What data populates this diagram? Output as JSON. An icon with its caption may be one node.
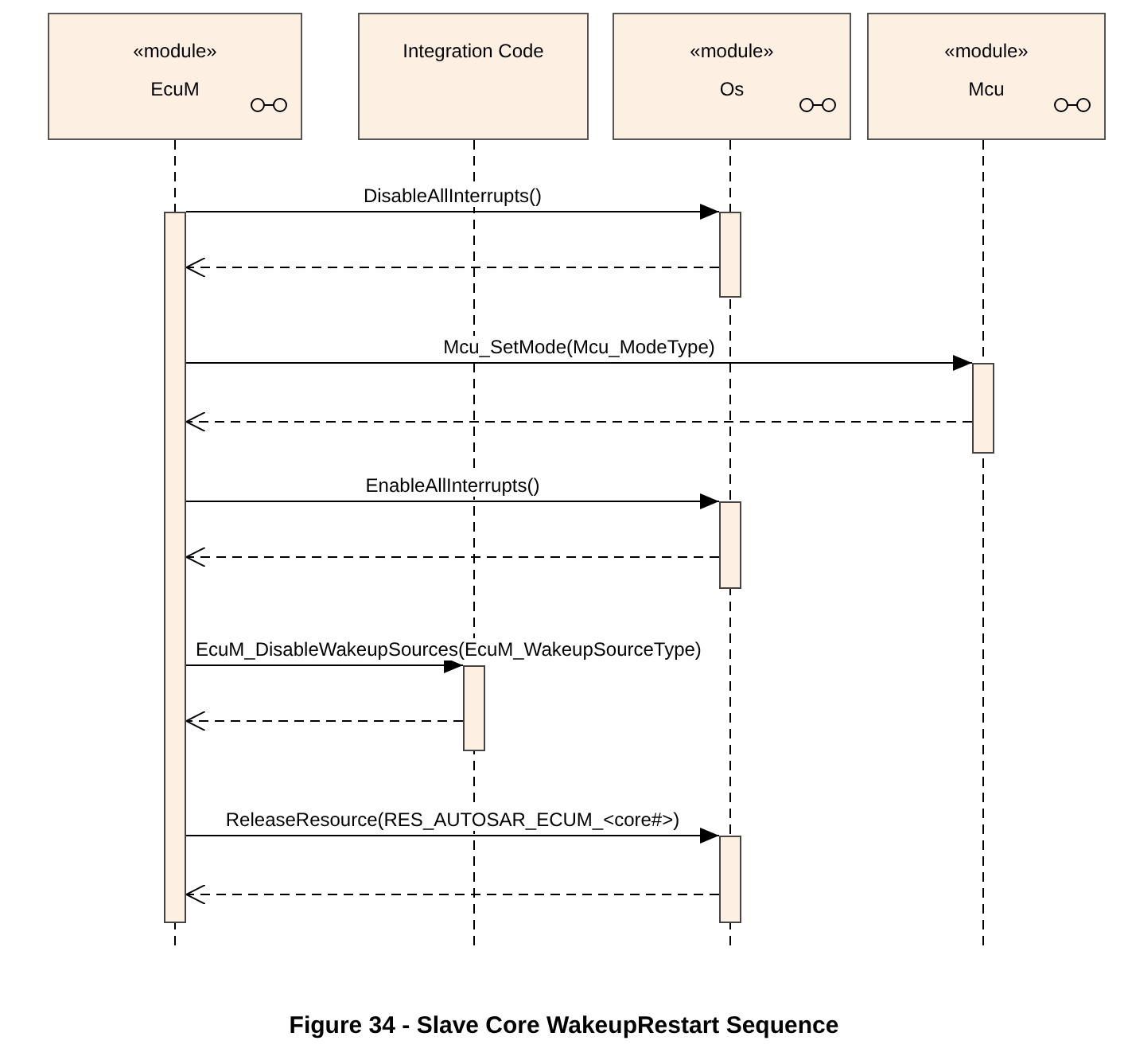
{
  "diagram": {
    "caption": "Figure 34 - Slave Core WakeupRestart Sequence",
    "nodes": [
      {
        "text": [
          "«module»",
          "EcuM"
        ]
      },
      {
        "text": [
          "Integration Code"
        ]
      },
      {
        "text": [
          "«module»",
          "Os"
        ]
      },
      {
        "text": [
          "«module»",
          "Mcu"
        ]
      },
      {
        "text": [],
        "shape": "bar"
      },
      {
        "text": [],
        "shape": "bar"
      },
      {
        "text": [],
        "shape": "bar"
      },
      {
        "text": [],
        "shape": "bar"
      },
      {
        "text": [],
        "shape": "bar"
      },
      {
        "text": [],
        "shape": "bar"
      }
    ],
    "edges": [
      {
        "from": 4,
        "to": 5,
        "arrow": "to",
        "label": "DisableAllInterrupts()"
      },
      {
        "from": 5,
        "to": 4,
        "arrow": "to",
        "style": "dashed"
      },
      {
        "from": 4,
        "to": 6,
        "arrow": "to",
        "label": "Mcu_SetMode(Mcu_ModeType)"
      },
      {
        "from": 6,
        "to": 4,
        "arrow": "to",
        "style": "dashed"
      },
      {
        "from": 4,
        "to": 7,
        "arrow": "to",
        "label": "EnableAllInterrupts()"
      },
      {
        "from": 7,
        "to": 4,
        "arrow": "to",
        "style": "dashed"
      },
      {
        "from": 4,
        "to": 8,
        "arrow": "to",
        "label": "EcuM_DisableWakeupSources(EcuM_WakeupSourceType)"
      },
      {
        "from": 8,
        "to": 4,
        "arrow": "to",
        "style": "dashed"
      },
      {
        "from": 4,
        "to": 9,
        "arrow": "to",
        "label": "ReleaseResource(RES_AUTOSAR_ECUM_<core#>)"
      },
      {
        "from": 9,
        "to": 4,
        "arrow": "to",
        "style": "dashed"
      },
      {
        "from": 0,
        "to": null,
        "arrow": "none",
        "style": "dashed"
      },
      {
        "from": 1,
        "to": null,
        "arrow": "none",
        "style": "dashed"
      },
      {
        "from": 2,
        "to": null,
        "arrow": "none",
        "style": "dashed"
      },
      {
        "from": 3,
        "to": null,
        "arrow": "none",
        "style": "dashed"
      }
    ]
  }
}
